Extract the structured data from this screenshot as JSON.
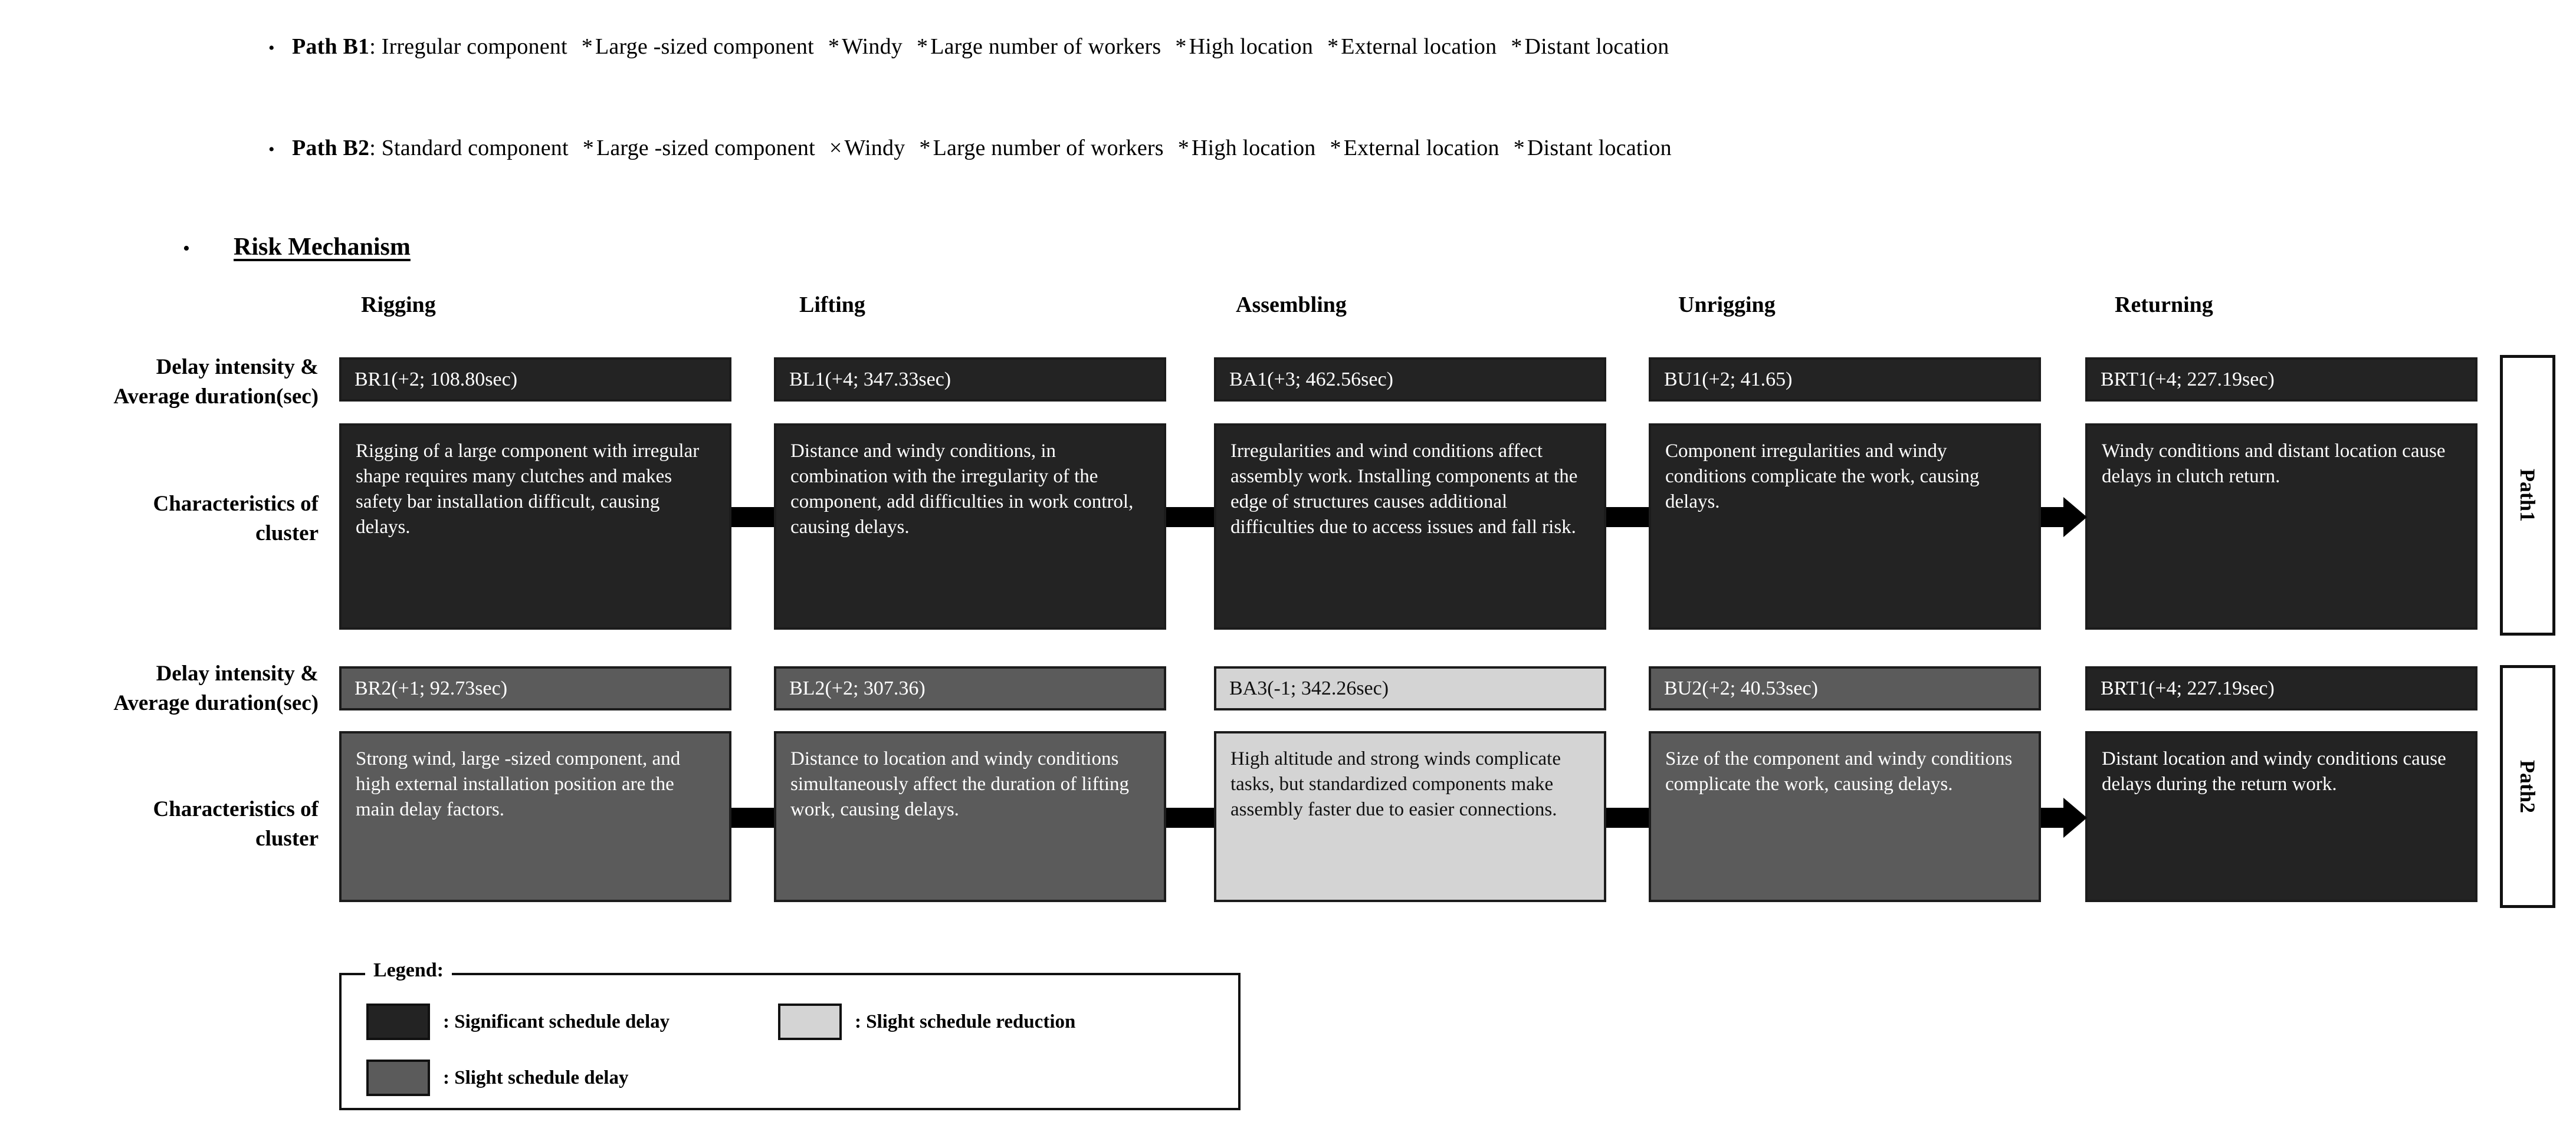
{
  "paths": [
    {
      "bullet": "•",
      "name": "Path B1",
      "colon": ":",
      "first": "Irregular component",
      "terms": [
        {
          "op": "*",
          "text": "Large -sized component"
        },
        {
          "op": "*",
          "text": "Windy"
        },
        {
          "op": "*",
          "text": "Large number of workers"
        },
        {
          "op": "*",
          "text": "High location"
        },
        {
          "op": "*",
          "text": "External location"
        },
        {
          "op": "*",
          "text": "Distant location"
        }
      ]
    },
    {
      "bullet": "•",
      "name": "Path B2",
      "colon": ":",
      "first": "Standard component",
      "terms": [
        {
          "op": "*",
          "text": "Large -sized component"
        },
        {
          "op": "×",
          "text": "Windy"
        },
        {
          "op": "*",
          "text": "Large number of workers"
        },
        {
          "op": "*",
          "text": "High location"
        },
        {
          "op": "*",
          "text": "External location"
        },
        {
          "op": "*",
          "text": "Distant location"
        }
      ]
    }
  ],
  "section": {
    "bullet": "•",
    "heading": "Risk Mechanism"
  },
  "stages": [
    "Rigging",
    "Lifting",
    "Assembling",
    "Unrigging",
    "Returning"
  ],
  "row_labels": {
    "delay": "Delay intensity &\nAverage duration(sec)",
    "delay_line1": "Delay intensity &",
    "delay_line2": "Average duration(sec)",
    "characteristics_line1": "Characteristics of",
    "characteristics_line2": "cluster"
  },
  "rows": [
    {
      "path_label": "Path1",
      "cells": [
        {
          "code": "BR1(+2; 108.80sec)",
          "tone": "dark",
          "text": "Rigging of a large component with irregular shape requires many clutches and makes safety bar installation difficult, causing delays."
        },
        {
          "code": "BL1(+4; 347.33sec)",
          "tone": "dark",
          "text": "Distance and windy conditions, in combination with the irregularity of the component, add difficulties in work control, causing delays."
        },
        {
          "code": "BA1(+3; 462.56sec)",
          "tone": "dark",
          "text": "Irregularities and wind conditions affect assembly work. Installing components at the edge of structures causes additional difficulties due to access issues and fall risk."
        },
        {
          "code": "BU1(+2; 41.65)",
          "tone": "dark",
          "text": "Component irregularities and windy conditions complicate the work, causing delays."
        },
        {
          "code": "BRT1(+4; 227.19sec)",
          "tone": "dark",
          "text": "Windy conditions and distant location cause delays in clutch return."
        }
      ]
    },
    {
      "path_label": "Path2",
      "cells": [
        {
          "code": "BR2(+1; 92.73sec)",
          "tone": "mid",
          "text": "Strong wind, large -sized component, and high external installation position are the main delay factors."
        },
        {
          "code": "BL2(+2; 307.36)",
          "tone": "mid",
          "text": "Distance to location and windy conditions simultaneously affect the duration of lifting work, causing delays."
        },
        {
          "code": "BA3(-1; 342.26sec)",
          "tone": "light",
          "text": "High altitude and strong winds complicate tasks, but standardized components make assembly faster due to easier connections."
        },
        {
          "code": "BU2(+2; 40.53sec)",
          "tone": "mid",
          "text": "Size of the component and windy conditions complicate the work, causing delays."
        },
        {
          "code": "BRT1(+4; 227.19sec)",
          "tone": "dark",
          "text": "Distant location and windy conditions cause delays during the return work."
        }
      ]
    }
  ],
  "legend": {
    "title": "Legend:",
    "items": [
      {
        "tone": "dark",
        "color": "#232323",
        "label": ": Significant schedule delay"
      },
      {
        "tone": "light",
        "color": "#d4d4d4",
        "label": ": Slight schedule reduction"
      },
      {
        "tone": "mid",
        "color": "#5b5b5b",
        "label": ": Slight schedule delay"
      }
    ]
  },
  "colors": {
    "significant_delay": "#232323",
    "slight_delay": "#5b5b5b",
    "slight_reduction": "#d4d4d4",
    "border": "#1c1c1c",
    "background": "#ffffff"
  }
}
